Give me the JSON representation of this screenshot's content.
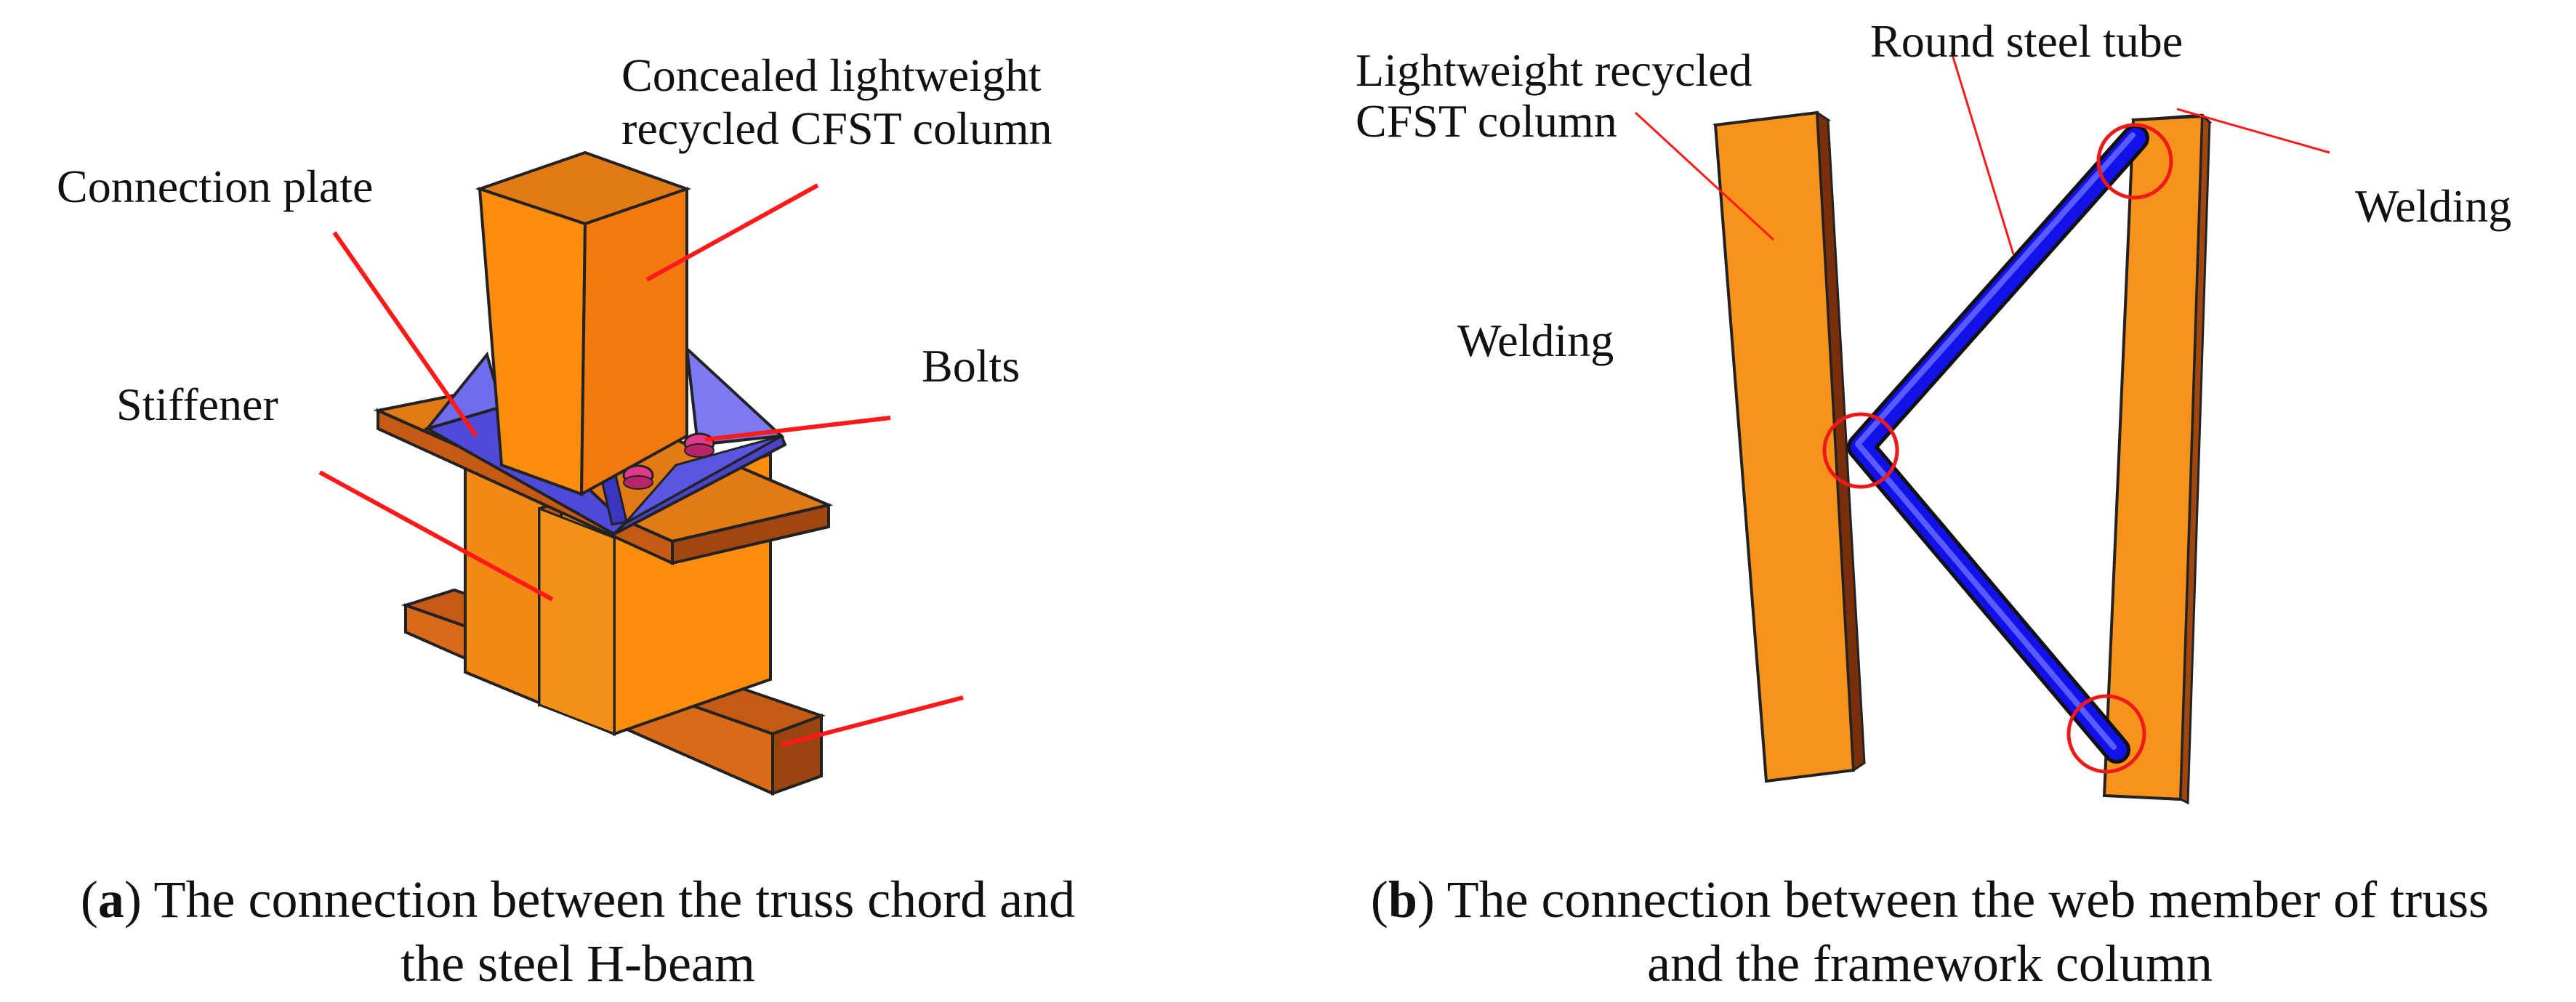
{
  "panel_a": {
    "labels": {
      "column": [
        "Concealed lightweight",
        "recycled CFST column"
      ],
      "connection_plate": "Connection plate",
      "stiffener": "Stiffener",
      "bolts": "Bolts"
    },
    "caption": {
      "letter": "a",
      "line1": "The connection between the truss chord and",
      "line2": "the steel H-beam"
    }
  },
  "panel_b": {
    "labels": {
      "column": [
        "Lightweight recycled",
        "CFST column"
      ],
      "tube": "Round steel tube",
      "welding_left": "Welding",
      "welding_right": "Welding"
    },
    "caption": {
      "letter": "b",
      "line1": "The connection between the web member of truss",
      "line2": "and the framework column"
    }
  },
  "colors": {
    "steel_orange": "#f08a14",
    "steel_shadow": "#b85212",
    "plate_blue": "#6f6cf0",
    "tube_blue": "#1212e8",
    "bolt_pink": "#e23a8a",
    "leader_red": "#ff1a1a"
  }
}
